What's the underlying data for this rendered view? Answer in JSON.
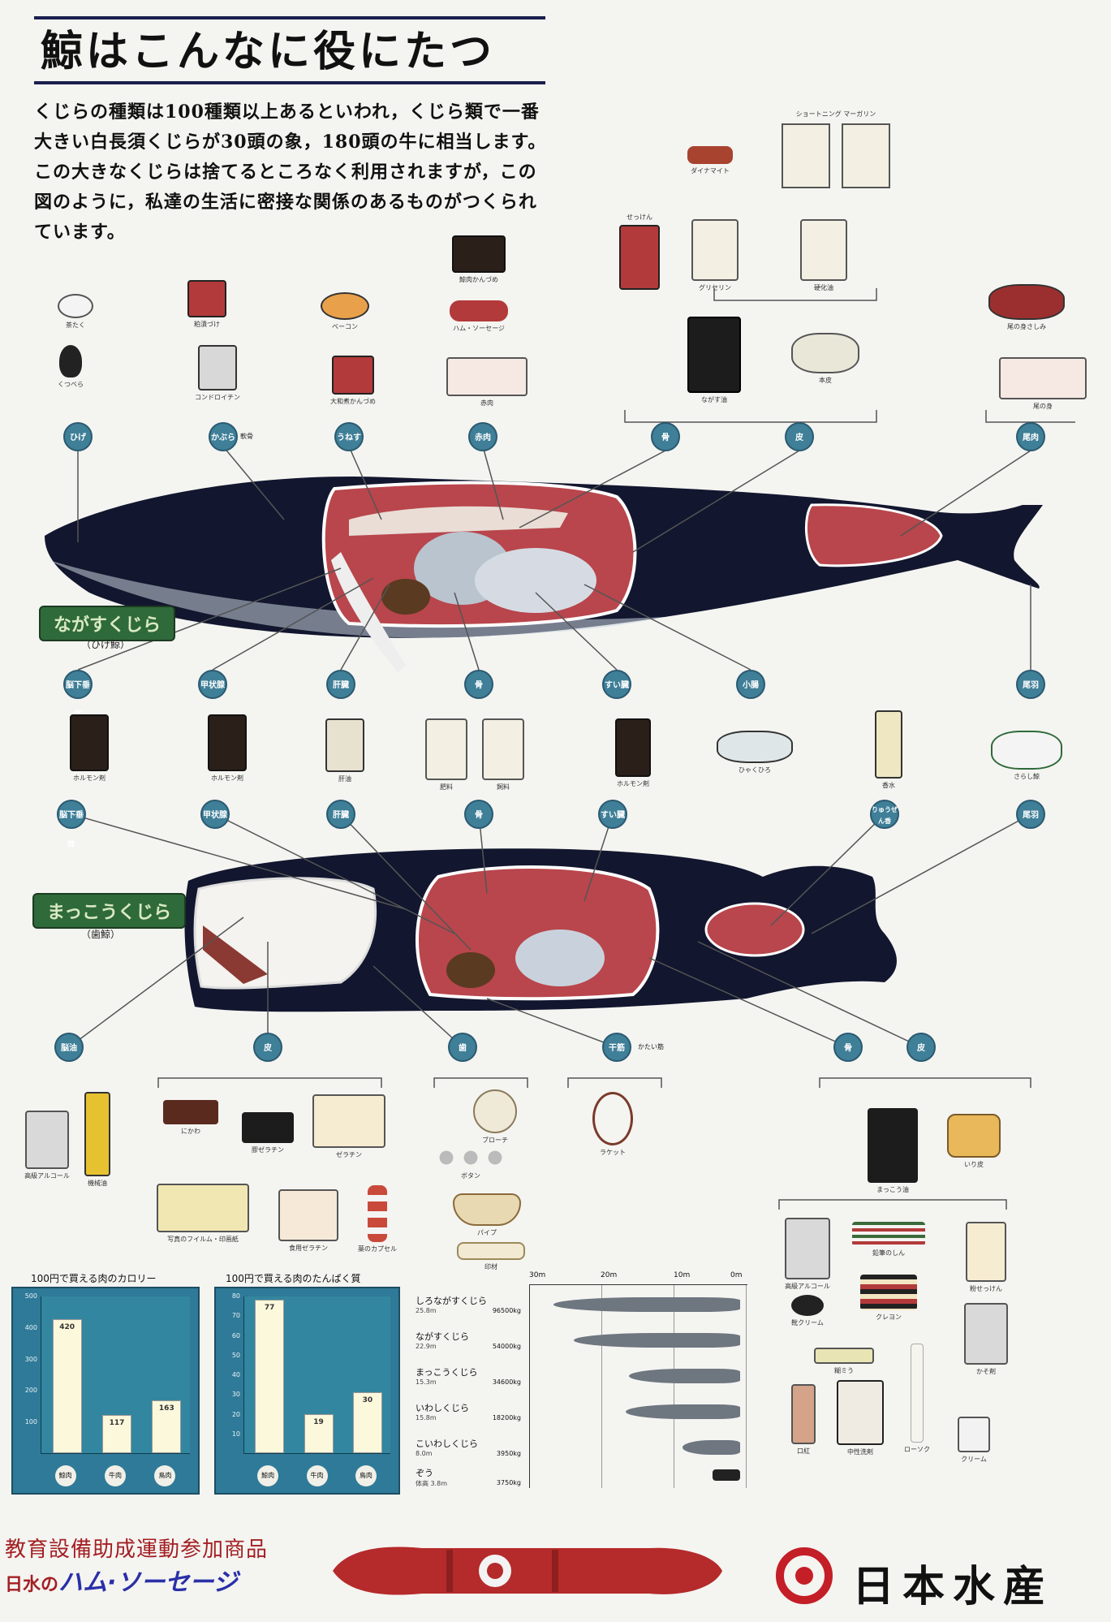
{
  "title": "鯨はこんなに役にたつ",
  "intro": "くじらの種類は100種類以上あるといわれ，くじら類で一番大きい白長須くじらが30頭の象，180頭の牛に相当します。この大きなくじらは捨てるところなく利用されますが，この図のように，私達の生活に密接な関係のあるものがつくられています。",
  "fin_whale": {
    "label": "ながすくじら",
    "sublabel": "（ひげ鯨）",
    "top_nodes": [
      "ひげ",
      "かぶら",
      "うねす",
      "赤肉",
      "骨",
      "皮",
      "尾肉"
    ],
    "kabura_note": "軟骨",
    "bottom_nodes": [
      "脳下垂体",
      "甲状腺",
      "肝臓",
      "骨",
      "すい臓",
      "小腸",
      "尾羽"
    ],
    "top_items": [
      {
        "label": "茶たく"
      },
      {
        "label": "くつべら"
      },
      {
        "label": "粕漬づけ"
      },
      {
        "label": "コンドロイチン"
      },
      {
        "label": "ベーコン"
      },
      {
        "label": "大和煮かんづめ"
      },
      {
        "label": "鯨肉かんづめ"
      },
      {
        "label": "ハム・ソーセージ"
      },
      {
        "label": "赤肉"
      },
      {
        "label": "ダイナマイト"
      },
      {
        "label": "ショートニング マーガリン"
      },
      {
        "label": "せっけん"
      },
      {
        "label": "グリセリン"
      },
      {
        "label": "硬化油"
      },
      {
        "label": "ながす油"
      },
      {
        "label": "本皮"
      },
      {
        "label": "尾の身さしみ"
      },
      {
        "label": "尾の身"
      }
    ],
    "bottom_items": [
      {
        "label": "ホルモン剤"
      },
      {
        "label": "ホルモン剤"
      },
      {
        "label": "肝油"
      },
      {
        "label": "肥料"
      },
      {
        "label": "飼料"
      },
      {
        "label": "ホルモン剤"
      },
      {
        "label": "ひゃくひろ"
      },
      {
        "label": "香水"
      },
      {
        "label": "さらし鯨"
      }
    ]
  },
  "sperm_whale": {
    "label": "まっこうくじら",
    "sublabel": "（歯鯨）",
    "top_nodes": [
      "脳下垂体",
      "甲状腺",
      "肝臓",
      "骨",
      "すい臓",
      "りゅうぜん香",
      "尾羽"
    ],
    "bottom_nodes": [
      "脳油",
      "皮",
      "歯",
      "干筋",
      "骨",
      "皮"
    ],
    "kanbin_note": "かたい筋",
    "bottom_items": [
      {
        "label": "高級アルコール"
      },
      {
        "label": "機械油"
      },
      {
        "label": "にかわ"
      },
      {
        "label": "膠ゼラチン"
      },
      {
        "label": "ゼラチン"
      },
      {
        "label": "写真のフイルム・印画紙"
      },
      {
        "label": "食用ゼラチン"
      },
      {
        "label": "薬のカプセル"
      },
      {
        "label": "ブローチ"
      },
      {
        "label": "ボタン"
      },
      {
        "label": "パイプ"
      },
      {
        "label": "印材"
      },
      {
        "label": "ラケット"
      },
      {
        "label": "まっこう油"
      },
      {
        "label": "いり皮"
      },
      {
        "label": "高級アルコール"
      },
      {
        "label": "鉛筆のしん"
      },
      {
        "label": "靴クリーム"
      },
      {
        "label": "クレヨン"
      },
      {
        "label": "粉せっけん"
      },
      {
        "label": "糊ミう"
      },
      {
        "label": "かそ剤"
      },
      {
        "label": "口紅"
      },
      {
        "label": "中性洗剤"
      },
      {
        "label": "ローソク"
      },
      {
        "label": "クリーム"
      }
    ]
  },
  "chart_data": [
    {
      "type": "bar",
      "title": "100円で買える肉のカロリー",
      "categories": [
        "鯨肉",
        "牛肉",
        "鳥肉"
      ],
      "values": [
        420,
        117,
        163
      ],
      "ylim": [
        0,
        500
      ],
      "yticks": [
        100,
        200,
        300,
        400,
        500
      ]
    },
    {
      "type": "bar",
      "title": "100円で買える肉のたんぱく質",
      "categories": [
        "鯨肉",
        "牛肉",
        "鳥肉"
      ],
      "values": [
        77,
        19,
        30
      ],
      "ylim": [
        0,
        80
      ],
      "yticks": [
        10,
        20,
        30,
        40,
        50,
        60,
        70,
        80
      ]
    },
    {
      "type": "table",
      "axis": [
        "30m",
        "20m",
        "10m",
        "0m"
      ],
      "rows": [
        {
          "name": "しろながすくじら",
          "length": "25.8m",
          "weight": "96500kg"
        },
        {
          "name": "ながすくじら",
          "length": "22.9m",
          "weight": "54000kg"
        },
        {
          "name": "まっこうくじら",
          "length": "15.3m",
          "weight": "34600kg"
        },
        {
          "name": "いわしくじら",
          "length": "15.8m",
          "weight": "18200kg"
        },
        {
          "name": "こいわしくじら",
          "length": "8.0m",
          "weight": "3950kg"
        },
        {
          "name": "ぞう",
          "length": "体高 3.8m",
          "weight": "3750kg"
        }
      ]
    }
  ],
  "footer": {
    "line1": "教育設備助成運動参加商品",
    "line2_prefix": "日水の",
    "line2_main": "ハム·ソーセージ",
    "company": "日本水産"
  },
  "colors": {
    "whale_body": "#12162e",
    "flesh": "#b8464c",
    "node": "#3f7f98",
    "label_green": "#2f6a3a",
    "brand_red": "#c41e26"
  }
}
